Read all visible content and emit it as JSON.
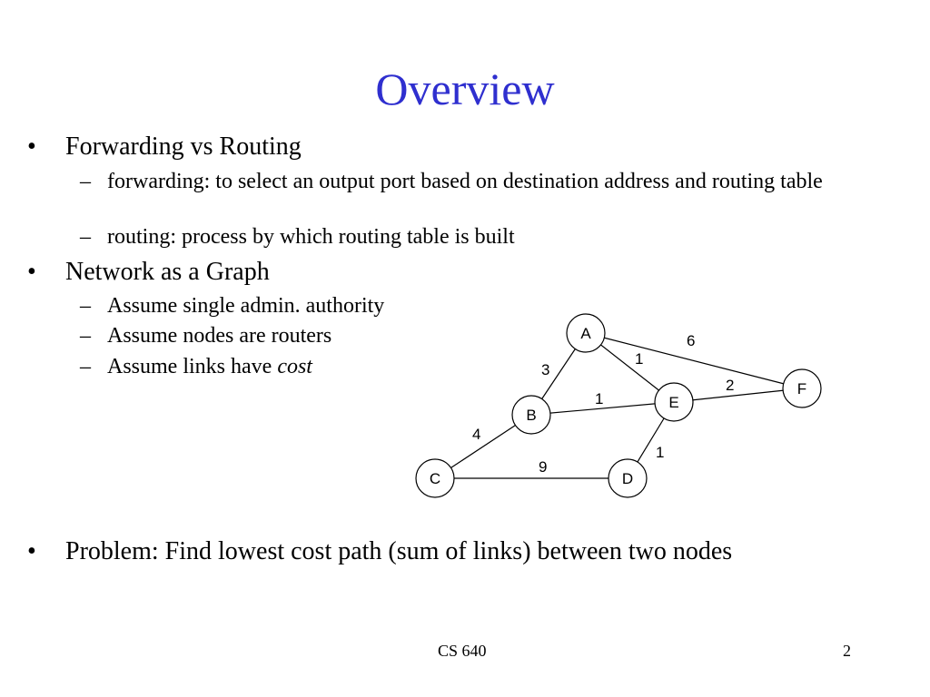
{
  "title": "Overview",
  "bullets": [
    {
      "text": "Forwarding vs Routing",
      "sub": [
        "forwarding: to select an output port based on destination address and routing table",
        "routing: process by which routing table is built"
      ]
    },
    {
      "text": "Network as a Graph",
      "sub": [
        "Assume single admin. authority",
        "Assume nodes are routers",
        "Assume links have "
      ],
      "sub3_emphasis": "cost"
    },
    {
      "text": "Problem: Find lowest cost path (sum of links) between two nodes"
    }
  ],
  "graph": {
    "nodes": [
      "A",
      "B",
      "C",
      "D",
      "E",
      "F"
    ],
    "edges": [
      {
        "from": "A",
        "to": "B",
        "cost": "3"
      },
      {
        "from": "A",
        "to": "E",
        "cost": "1"
      },
      {
        "from": "A",
        "to": "F",
        "cost": "6"
      },
      {
        "from": "B",
        "to": "E",
        "cost": "1"
      },
      {
        "from": "E",
        "to": "F",
        "cost": "2"
      },
      {
        "from": "B",
        "to": "C",
        "cost": "4"
      },
      {
        "from": "C",
        "to": "D",
        "cost": "9"
      },
      {
        "from": "E",
        "to": "D",
        "cost": "1"
      }
    ]
  },
  "footer": {
    "course": "CS 640",
    "page": "2"
  },
  "colors": {
    "title": "#2f2fcf"
  }
}
